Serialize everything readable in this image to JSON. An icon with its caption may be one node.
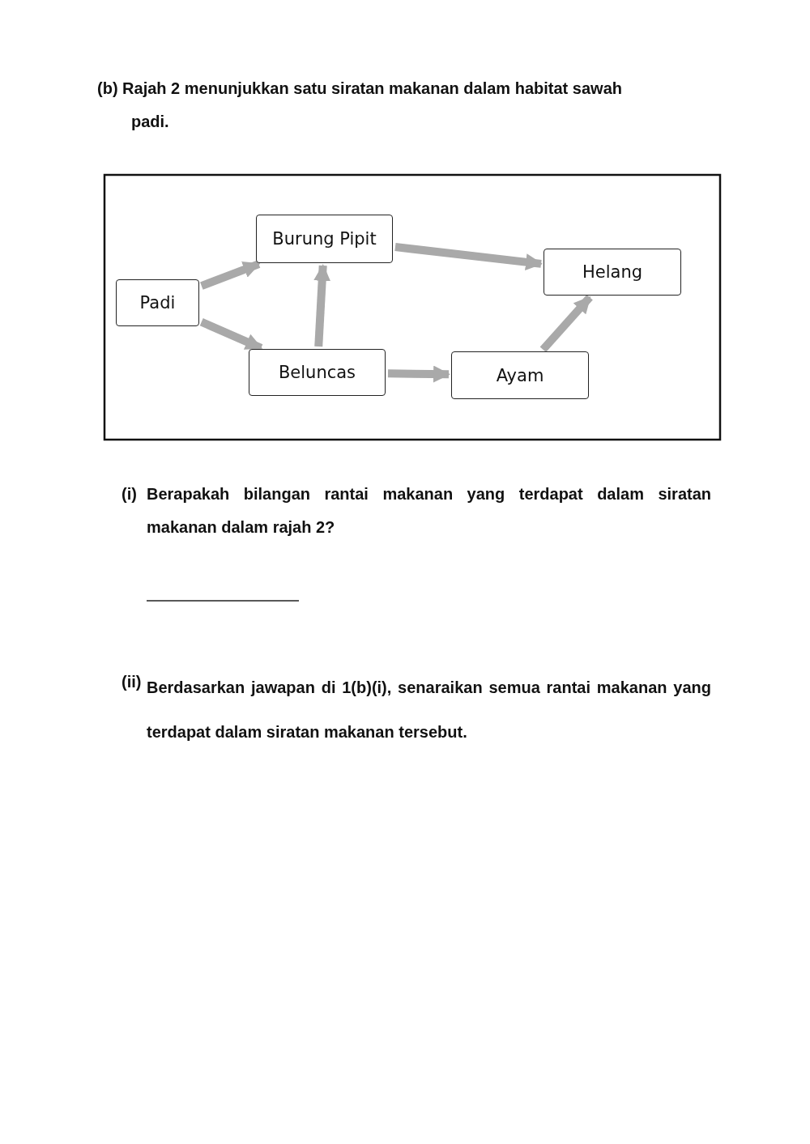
{
  "diagram": {
    "title": "(b) Rajah 2 menunjukkan satu siratan makanan dalam habitat sawah padi.",
    "nodes": [
      {
        "text": [
          "Padi"
        ]
      },
      {
        "text": [
          "Burung Pipit"
        ]
      },
      {
        "text": [
          "Helang"
        ]
      },
      {
        "text": [
          "Beluncas"
        ]
      },
      {
        "text": [
          "Ayam"
        ]
      }
    ],
    "edges": [
      {
        "from": 0,
        "to": 1,
        "arrow": "to"
      },
      {
        "from": 0,
        "to": 3,
        "arrow": "to"
      },
      {
        "from": 3,
        "to": 1,
        "arrow": "to"
      },
      {
        "from": 1,
        "to": 2,
        "arrow": "to"
      },
      {
        "from": 3,
        "to": 4,
        "arrow": "to"
      },
      {
        "from": 4,
        "to": 2,
        "arrow": "to"
      }
    ],
    "labels": [
      "(i)",
      "Berapakah bilangan rantai makanan yang terdapat dalam siratan makanan dalam rajah 2?",
      "(ii)",
      "Berdasarkan jawapan di 1(b)(i), senaraikan semua rantai makanan yang terdapat dalam siratan makanan tersebut."
    ]
  }
}
